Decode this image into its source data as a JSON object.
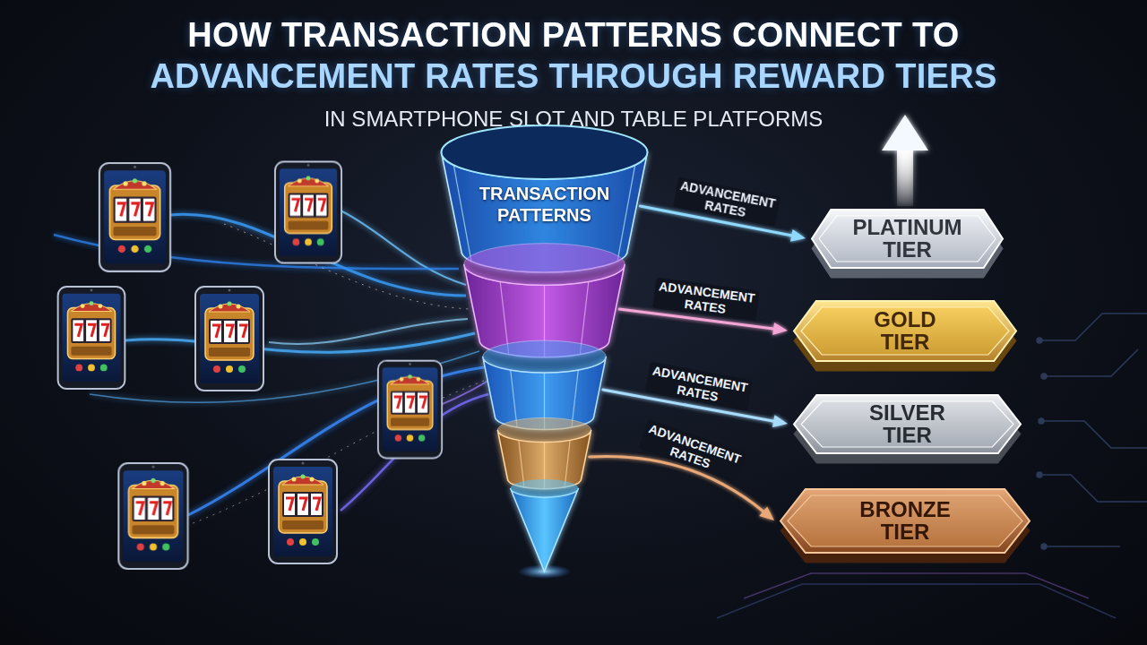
{
  "diagram": {
    "title": "HOW TRANSACTION PATTERNS CONNECT TO ADVANCEMENT RATES THROUGH REWARD TIERS",
    "nodes": [
      {
        "text": [
          "TRANSACTION PATTERNS"
        ]
      },
      {
        "text": [
          "PLATINUM TIER"
        ]
      },
      {
        "text": [
          "GOLD TIER"
        ]
      },
      {
        "text": [
          "SILVER TIER"
        ]
      },
      {
        "text": [
          "BRONZE TIER"
        ]
      }
    ],
    "edges": [
      {
        "from": 0,
        "to": 1,
        "label": "ADVANCEMENT RATES",
        "arrow": "to"
      },
      {
        "from": 0,
        "to": 2,
        "label": "ADVANCEMENT RATES",
        "arrow": "to"
      },
      {
        "from": 0,
        "to": 3,
        "label": "ADVANCEMENT RATES",
        "arrow": "to"
      },
      {
        "from": 0,
        "to": 4,
        "label": "ADVANCEMENT RATES",
        "arrow": "to"
      }
    ],
    "labels": [
      "IN SMARTPHONE SLOT AND TABLE PLATFORMS"
    ]
  }
}
